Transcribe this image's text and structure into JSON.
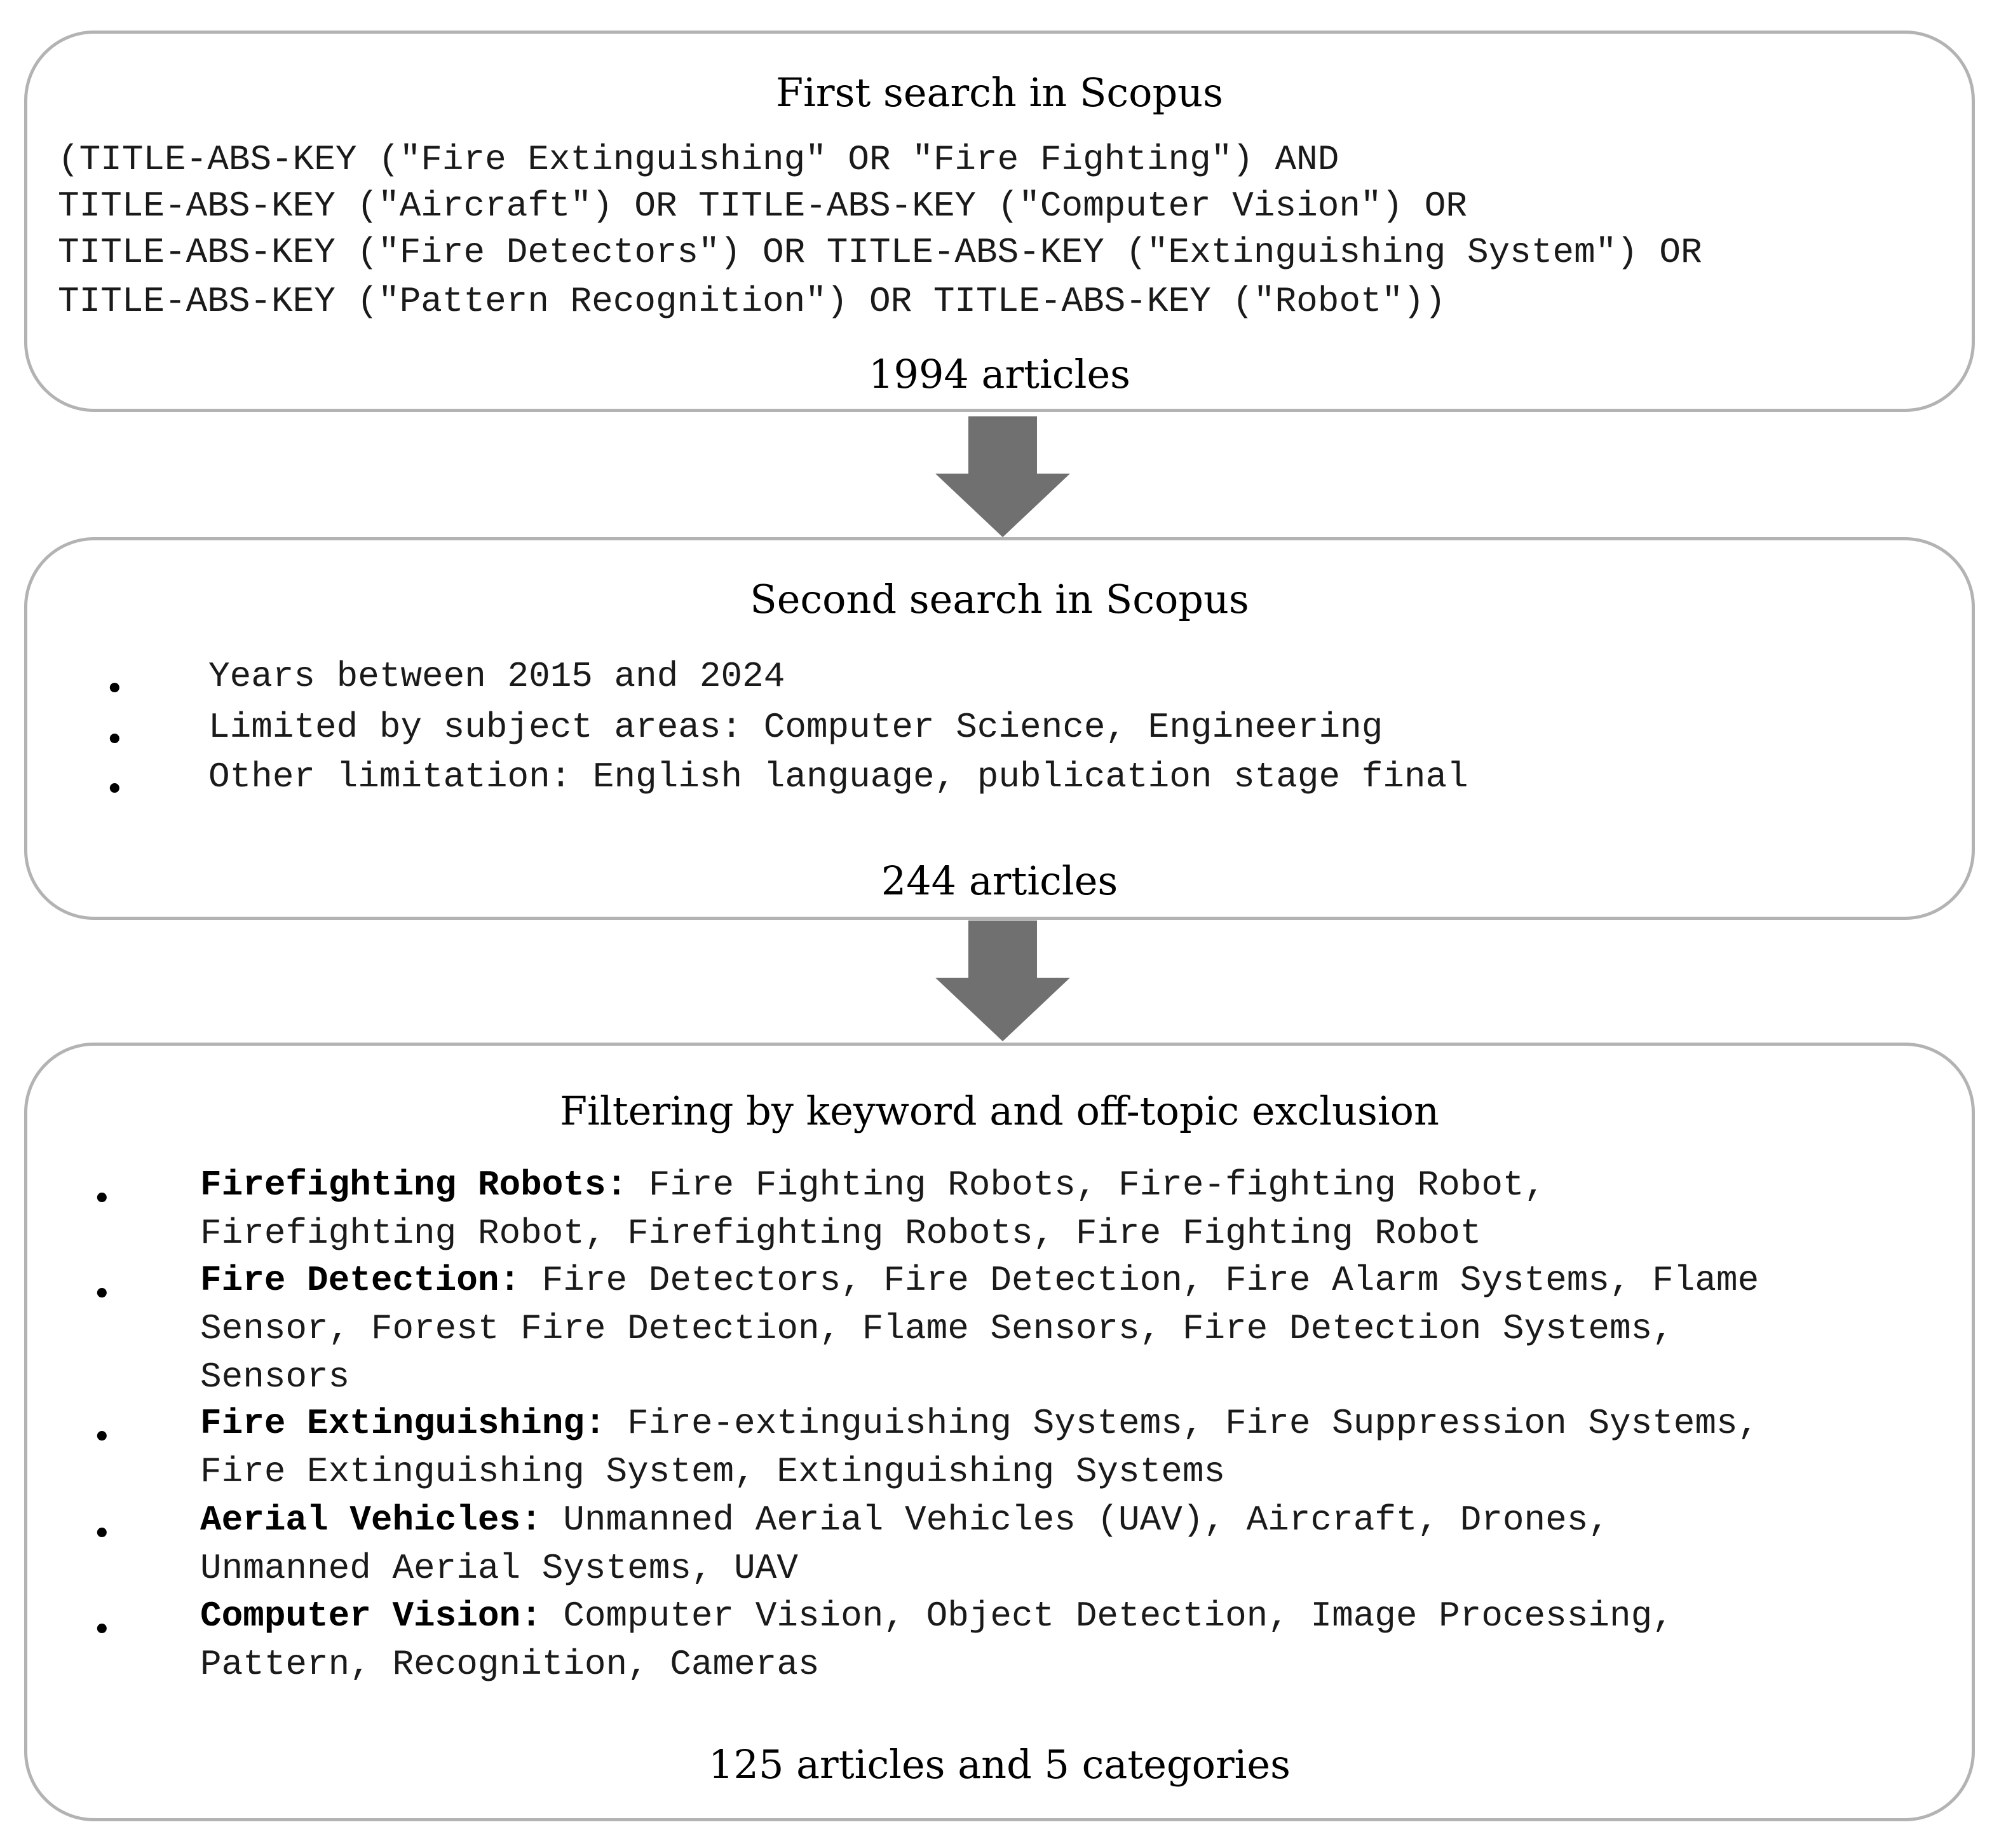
{
  "steps": [
    {
      "title": "First search in Scopus",
      "query_lines": [
        "(TITLE-ABS-KEY (\"Fire Extinguishing\" OR \"Fire Fighting\") AND",
        "TITLE-ABS-KEY (\"Aircraft\") OR TITLE-ABS-KEY (\"Computer Vision\") OR",
        "TITLE-ABS-KEY (\"Fire Detectors\") OR TITLE-ABS-KEY (\"Extinguishing System\") OR",
        "TITLE-ABS-KEY (\"Pattern Recognition\") OR TITLE-ABS-KEY (\"Robot\"))"
      ],
      "count": "1994 articles"
    },
    {
      "title": "Second search in Scopus",
      "bullets": [
        "Years between 2015 and 2024",
        "Limited by subject areas: Computer Science, Engineering",
        "Other limitation: English language, publication stage final"
      ],
      "count": "244 articles"
    },
    {
      "title": "Filtering by keyword and off-topic exclusion",
      "categories": [
        {
          "name": "Firefighting Robots:",
          "lines": [
            " Fire Fighting Robots, Fire-fighting Robot,",
            "Firefighting Robot, Firefighting Robots, Fire Fighting Robot"
          ]
        },
        {
          "name": "Fire Detection:",
          "lines": [
            " Fire Detectors, Fire Detection, Fire Alarm Systems, Flame",
            "Sensor, Forest Fire Detection, Flame Sensors, Fire Detection Systems,",
            "Sensors"
          ]
        },
        {
          "name": "Fire Extinguishing:",
          "lines": [
            " Fire-extinguishing Systems, Fire Suppression Systems,",
            "Fire Extinguishing System, Extinguishing Systems"
          ]
        },
        {
          "name": "Aerial Vehicles:",
          "lines": [
            " Unmanned Aerial Vehicles (UAV), Aircraft, Drones,",
            "Unmanned Aerial Systems, UAV"
          ]
        },
        {
          "name": "Computer Vision:",
          "lines": [
            " Computer Vision, Object Detection, Image Processing,",
            "Pattern, Recognition, Cameras"
          ]
        }
      ],
      "count": "125 articles and 5 categories"
    }
  ],
  "bullet_symbol": "•",
  "colors": {
    "box_border": "#b3b3b3",
    "arrow": "#707070",
    "text": "#000000"
  }
}
